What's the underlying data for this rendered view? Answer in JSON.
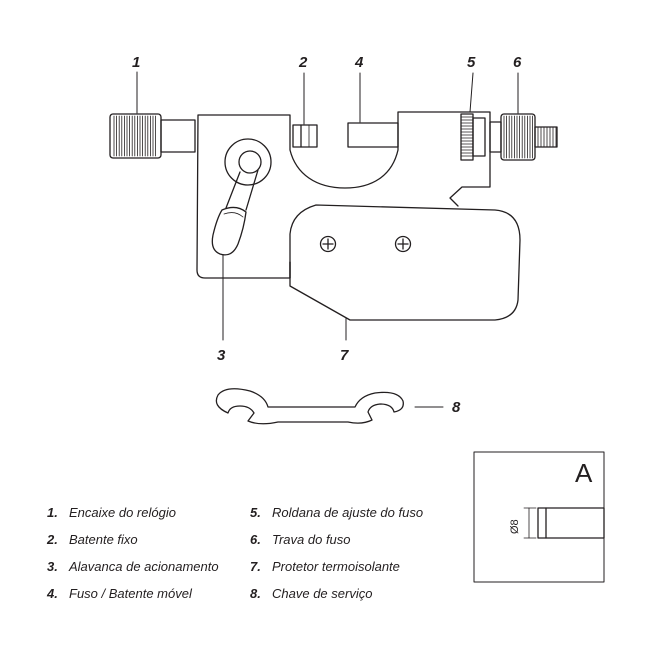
{
  "callouts": [
    "1",
    "2",
    "3",
    "4",
    "5",
    "6",
    "7",
    "8"
  ],
  "detail": {
    "letter": "A",
    "dimension": "Ø8"
  },
  "legend": [
    {
      "num": "1.",
      "text": "Encaixe do relógio"
    },
    {
      "num": "2.",
      "text": "Batente fixo"
    },
    {
      "num": "3.",
      "text": "Alavanca de acionamento"
    },
    {
      "num": "4.",
      "text": "Fuso / Batente móvel"
    },
    {
      "num": "5.",
      "text": "Roldana de ajuste do fuso"
    },
    {
      "num": "6.",
      "text": "Trava do fuso"
    },
    {
      "num": "7.",
      "text": "Protetor termoisolante"
    },
    {
      "num": "8.",
      "text": "Chave de serviço"
    }
  ]
}
